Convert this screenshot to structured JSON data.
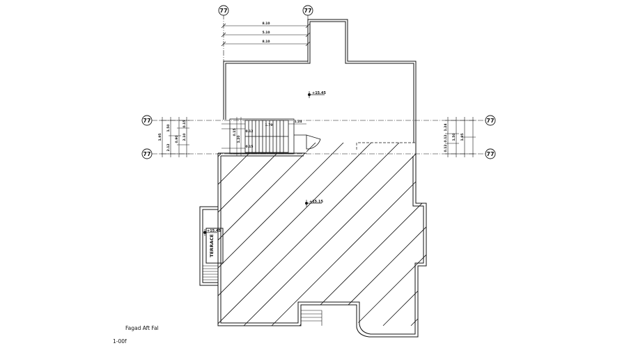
{
  "drawing": {
    "title": "Fagad Aft Fal",
    "sheet_number": "1-00f",
    "room_label": "TERRACE",
    "grid_label": "77",
    "levels": {
      "upper": "+15.45",
      "lower": "+15.15",
      "terrace": "+15.45"
    },
    "dimensions": {
      "top": [
        "8.10",
        "5.10",
        "8.10"
      ],
      "left": [
        "1.95",
        "1.50",
        "0.90",
        "0.15",
        "2.10",
        "2.12"
      ],
      "right": [
        "1.24",
        "0.12",
        "0.12",
        "1.50",
        "1.95"
      ],
      "stair": [
        "1.70",
        "1.24",
        "0.15",
        "1.20",
        "0.12",
        "0.15"
      ]
    },
    "colors": {
      "line": "#111111",
      "background": "#ffffff"
    }
  }
}
